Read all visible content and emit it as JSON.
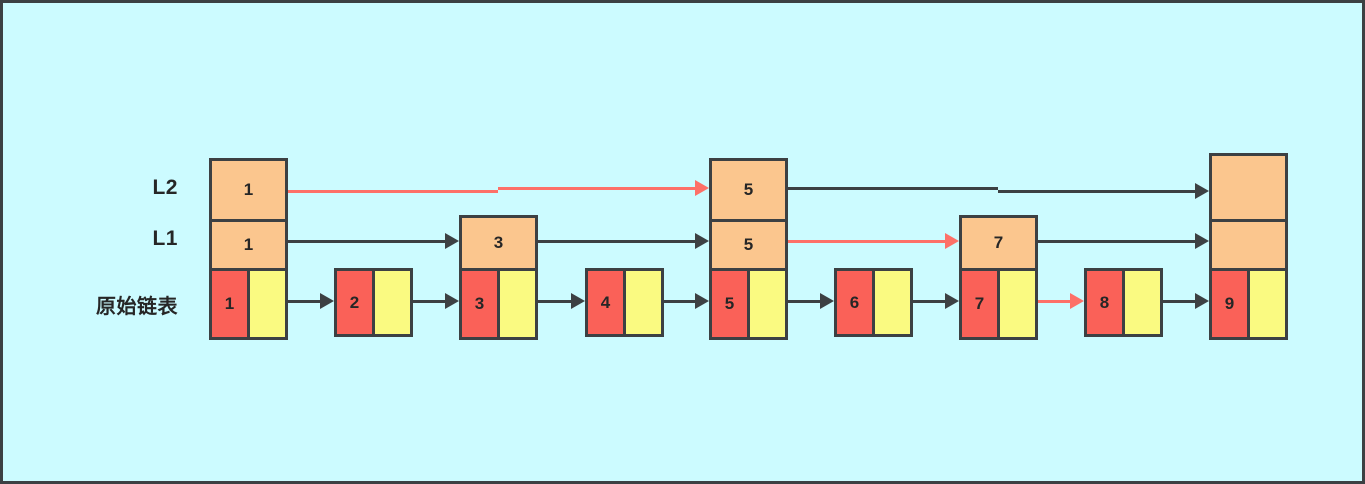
{
  "diagram": {
    "title": "skip-list-structure",
    "background_color": "#ccfbff",
    "border_color": "#3c4043",
    "row_labels": [
      {
        "id": "l2",
        "text": "L2"
      },
      {
        "id": "l1",
        "text": "L1"
      },
      {
        "id": "base",
        "text": "原始链表"
      }
    ],
    "colors": {
      "level_cell": "#fbc68e",
      "key_cell": "#fa6158",
      "pointer_cell": "#fafa81",
      "link": "#3c4043",
      "link_highlight": "#fd7068"
    },
    "nodes": [
      {
        "id": "n1",
        "value": "1",
        "height": 3,
        "l2_value": "1",
        "l1_value": "1"
      },
      {
        "id": "n2",
        "value": "2",
        "height": 1,
        "l2_value": "",
        "l1_value": ""
      },
      {
        "id": "n3",
        "value": "3",
        "height": 2,
        "l2_value": "",
        "l1_value": "3"
      },
      {
        "id": "n4",
        "value": "4",
        "height": 1,
        "l2_value": "",
        "l1_value": ""
      },
      {
        "id": "n5",
        "value": "5",
        "height": 3,
        "l2_value": "5",
        "l1_value": "5"
      },
      {
        "id": "n6",
        "value": "6",
        "height": 1,
        "l2_value": "",
        "l1_value": ""
      },
      {
        "id": "n7",
        "value": "7",
        "height": 2,
        "l2_value": "",
        "l1_value": "7"
      },
      {
        "id": "n8",
        "value": "8",
        "height": 1,
        "l2_value": "",
        "l1_value": ""
      },
      {
        "id": "n9",
        "value": "9",
        "height": 3,
        "l2_value": "",
        "l1_value": ""
      }
    ],
    "links": [
      {
        "id": "l2-1-to-5",
        "level": "L2",
        "from": "1",
        "to": "5",
        "highlight": true
      },
      {
        "id": "l2-5-to-9",
        "level": "L2",
        "from": "5",
        "to": "9",
        "highlight": false
      },
      {
        "id": "l1-1-to-3",
        "level": "L1",
        "from": "1",
        "to": "3",
        "highlight": false
      },
      {
        "id": "l1-3-to-5",
        "level": "L1",
        "from": "3",
        "to": "5",
        "highlight": false
      },
      {
        "id": "l1-5-to-7",
        "level": "L1",
        "from": "5",
        "to": "7",
        "highlight": true
      },
      {
        "id": "l1-7-to-9",
        "level": "L1",
        "from": "7",
        "to": "9",
        "highlight": false
      },
      {
        "id": "base-1-to-2",
        "level": "base",
        "from": "1",
        "to": "2",
        "highlight": false
      },
      {
        "id": "base-2-to-3",
        "level": "base",
        "from": "2",
        "to": "3",
        "highlight": false
      },
      {
        "id": "base-3-to-4",
        "level": "base",
        "from": "3",
        "to": "4",
        "highlight": false
      },
      {
        "id": "base-4-to-5",
        "level": "base",
        "from": "4",
        "to": "5",
        "highlight": false
      },
      {
        "id": "base-5-to-6",
        "level": "base",
        "from": "5",
        "to": "6",
        "highlight": false
      },
      {
        "id": "base-6-to-7",
        "level": "base",
        "from": "6",
        "to": "7",
        "highlight": false
      },
      {
        "id": "base-7-to-8",
        "level": "base",
        "from": "7",
        "to": "8",
        "highlight": true
      },
      {
        "id": "base-8-to-9",
        "level": "base",
        "from": "8",
        "to": "9",
        "highlight": false
      }
    ]
  }
}
